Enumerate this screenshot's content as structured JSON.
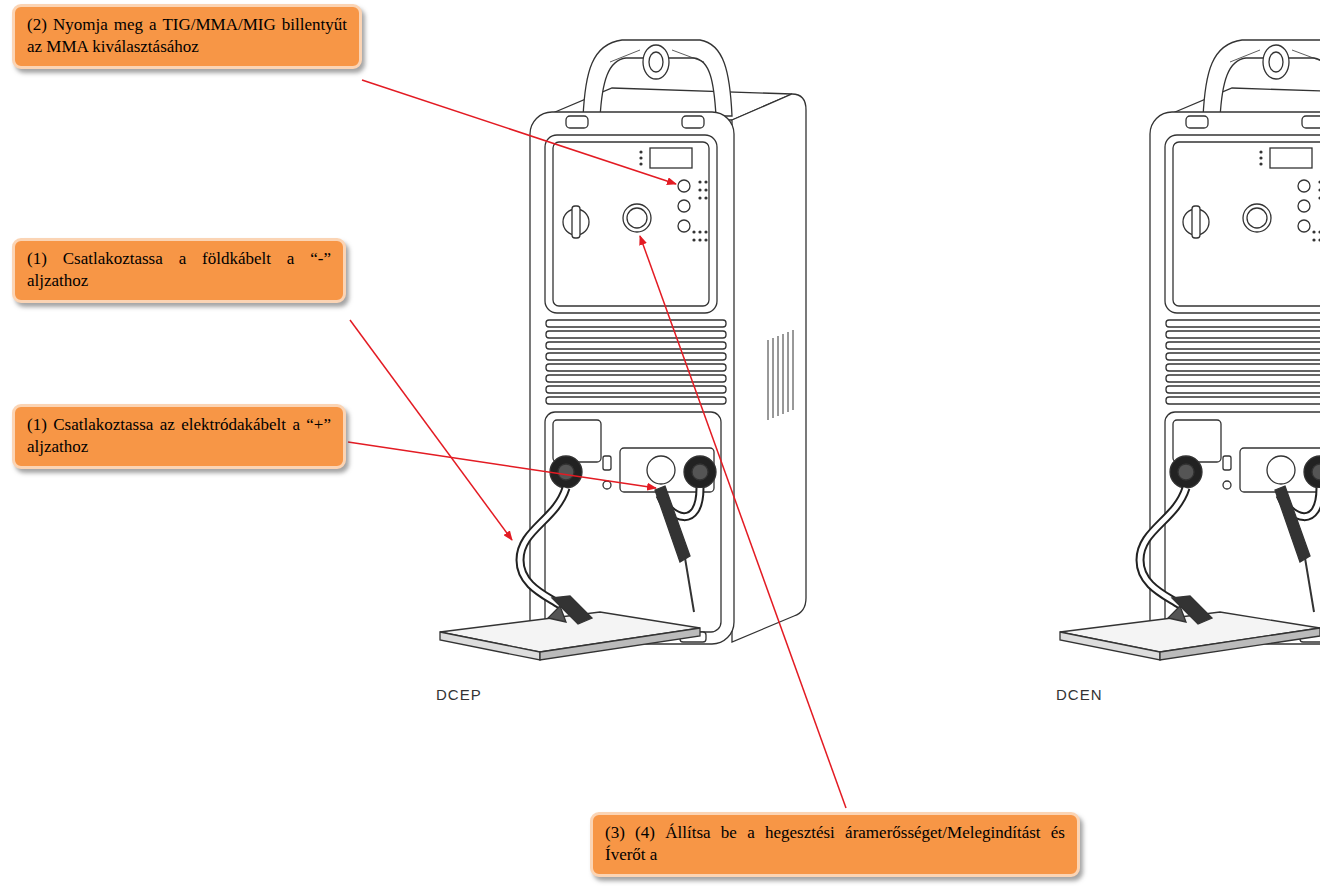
{
  "diagram": {
    "nodes": [
      {
        "text": [
          "(2) Nyomja meg a TIG/MMA/MIG billentyűt az MMA kiválasztásához"
        ]
      },
      {
        "text": [
          "(1) Csatlakoztassa a földkábelt a “-” aljzathoz"
        ]
      },
      {
        "text": [
          "(1) Csatlakoztassa az elektródakábelt a “+” aljzathoz"
        ]
      },
      {
        "text": [
          "(3) (4) Állítsa be a hegesztési áramerősséget/Melegindítást és Íverőt a"
        ]
      }
    ],
    "labels": [
      "DCEP",
      "DCEN"
    ]
  }
}
